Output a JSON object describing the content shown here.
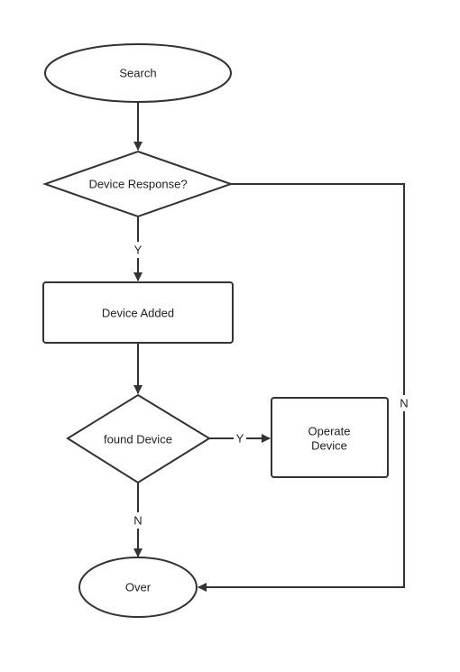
{
  "diagram": {
    "nodes": {
      "search": "Search",
      "device_response": "Device Response?",
      "device_added": "Device Added",
      "found_device": "found Device",
      "operate_device_line1": "Operate",
      "operate_device_line2": "Device",
      "over": "Over"
    },
    "edges": {
      "response_yes": "Y",
      "response_no": "N",
      "found_yes": "Y",
      "found_no": "N"
    },
    "colors": {
      "stroke": "#333333",
      "fill": "#ffffff",
      "text": "#222222"
    }
  }
}
